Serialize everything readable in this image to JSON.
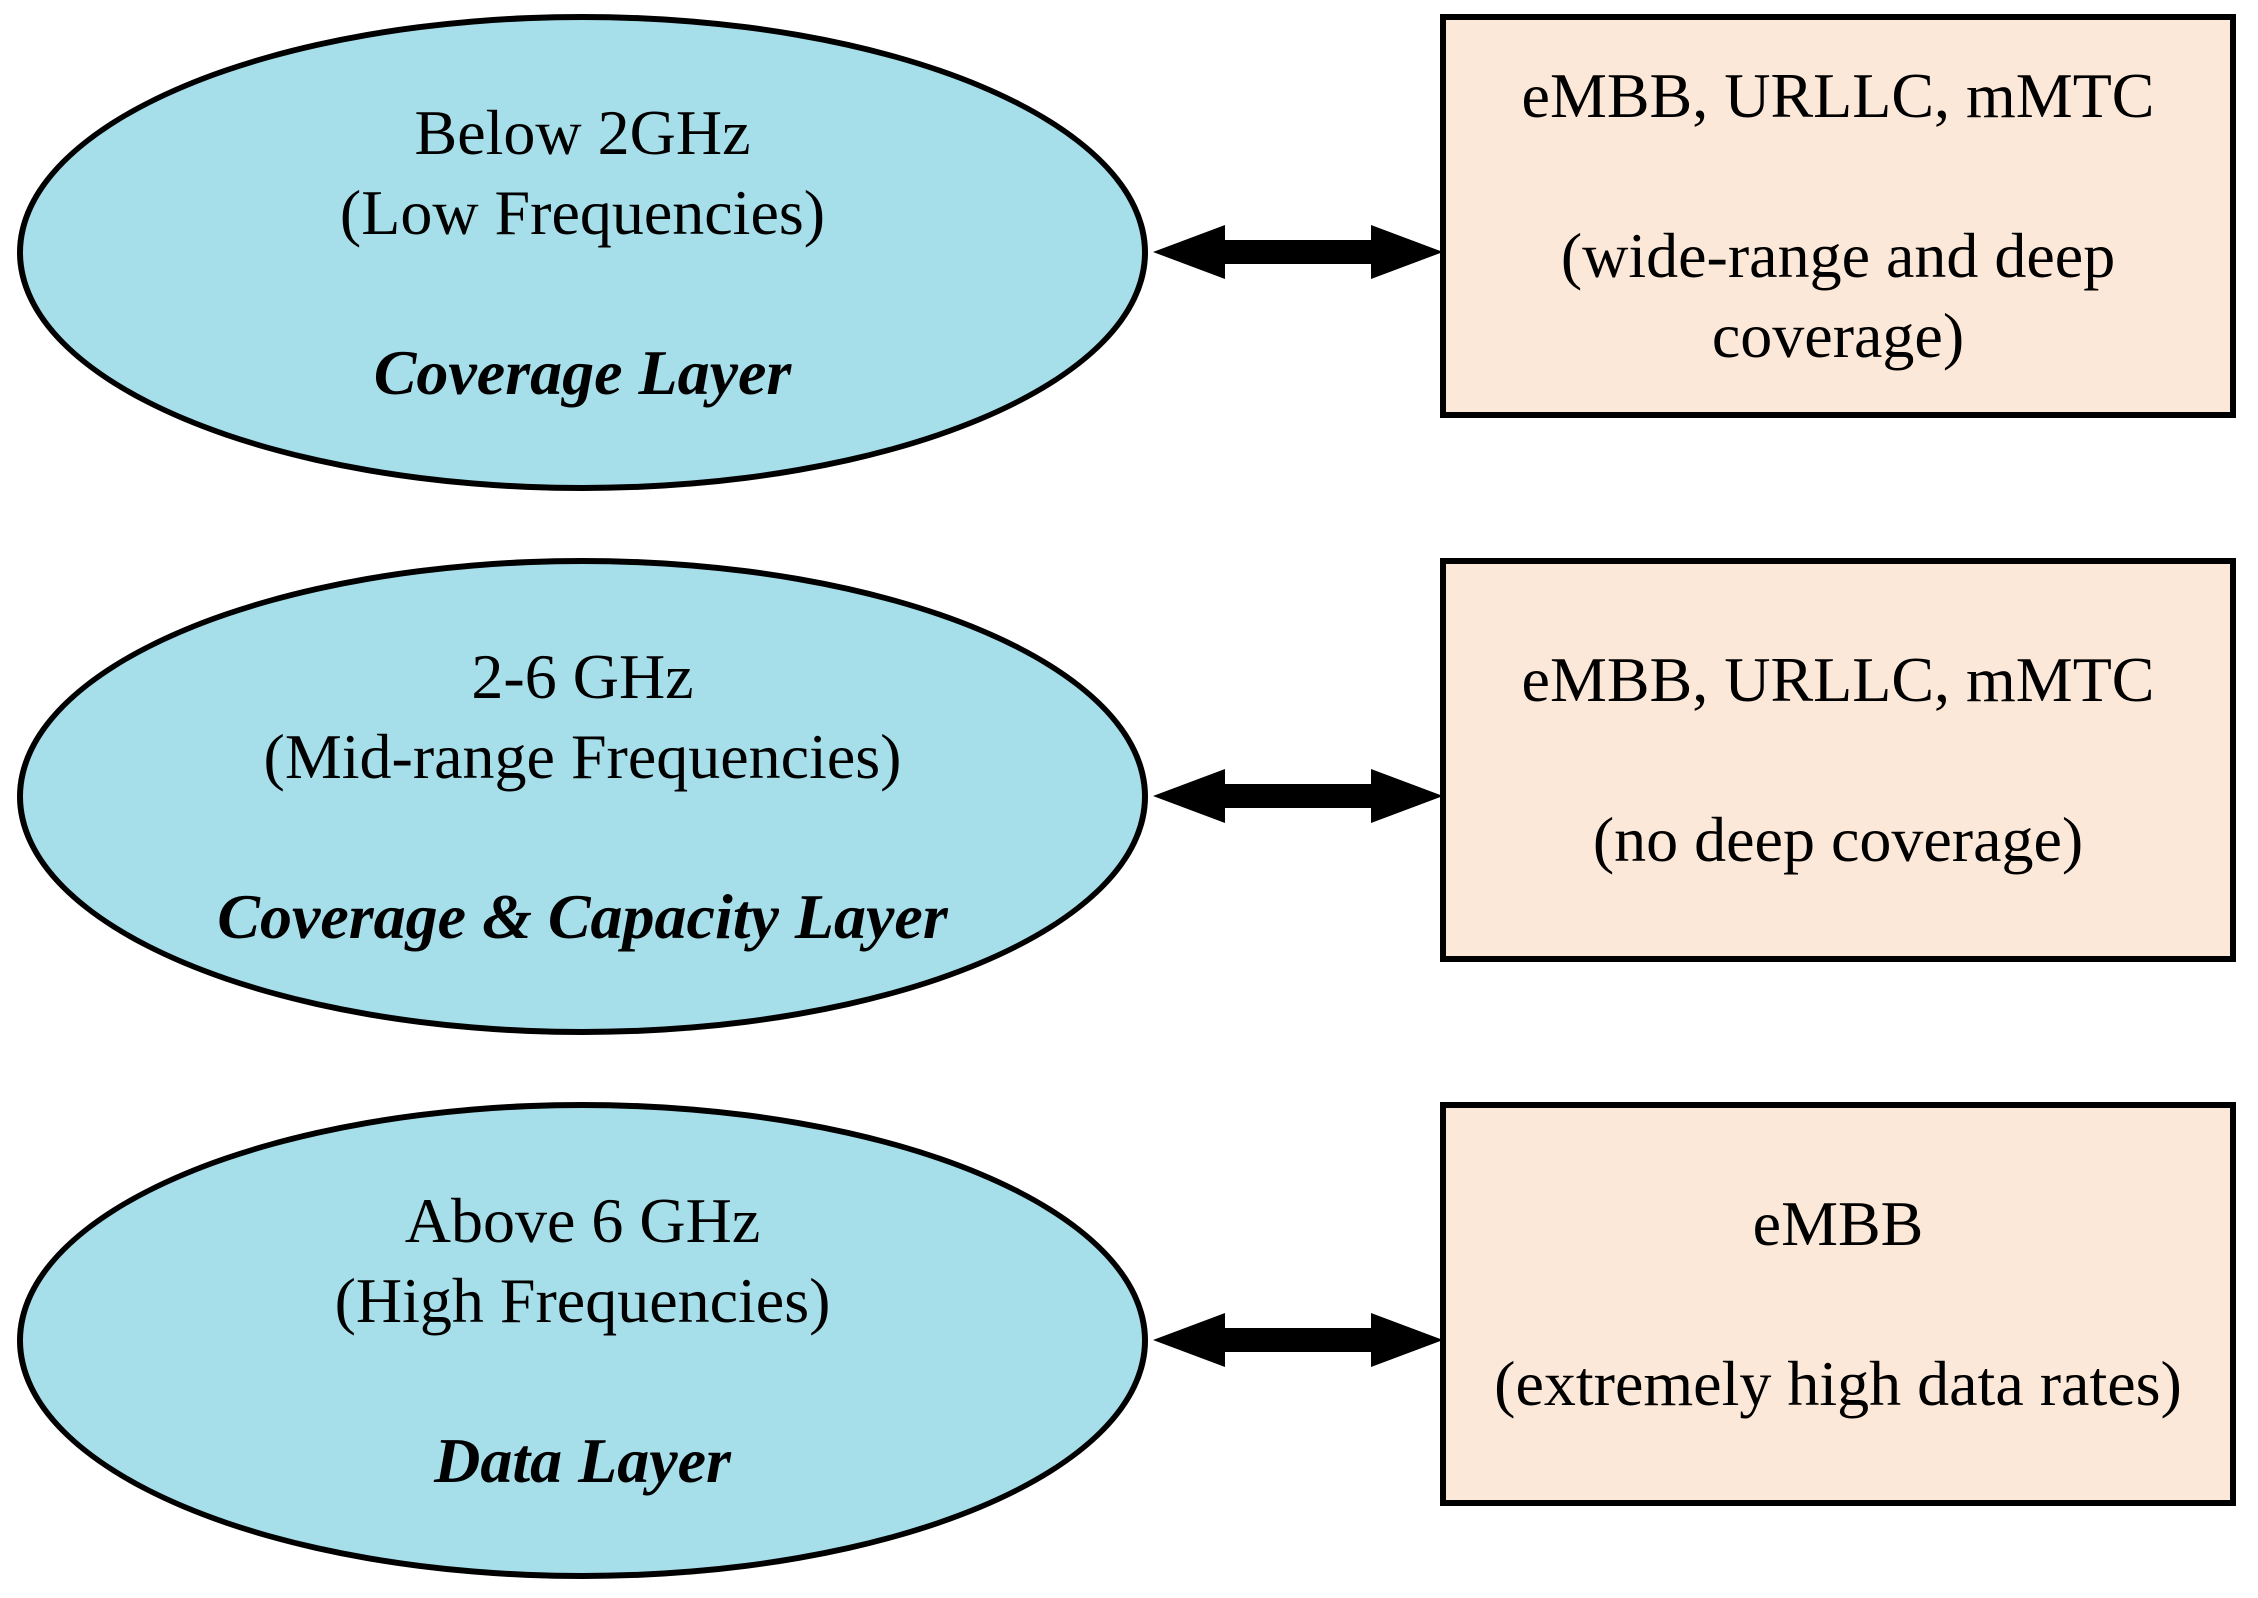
{
  "diagram": {
    "rows": [
      {
        "ellipse": {
          "frequency_range": "Below 2GHz",
          "frequency_description": "(Low Frequencies)",
          "layer_name": "Coverage Layer"
        },
        "arrow": "double-headed",
        "box": {
          "services": "eMBB, URLLC, mMTC",
          "note": "(wide-range and deep coverage)"
        }
      },
      {
        "ellipse": {
          "frequency_range": "2-6 GHz",
          "frequency_description": "(Mid-range Frequencies)",
          "layer_name": "Coverage & Capacity Layer"
        },
        "arrow": "double-headed",
        "box": {
          "services": "eMBB, URLLC, mMTC",
          "note": "(no deep coverage)"
        }
      },
      {
        "ellipse": {
          "frequency_range": "Above 6 GHz",
          "frequency_description": "(High Frequencies)",
          "layer_name": "Data Layer"
        },
        "arrow": "double-headed",
        "box": {
          "services": "eMBB",
          "note": "(extremely high data rates)"
        }
      }
    ],
    "colors": {
      "ellipse_fill": "#A6DEE9",
      "box_fill": "#FCE8D8",
      "stroke": "#000000",
      "arrow": "#000000",
      "background": "#FFFFFF"
    }
  }
}
